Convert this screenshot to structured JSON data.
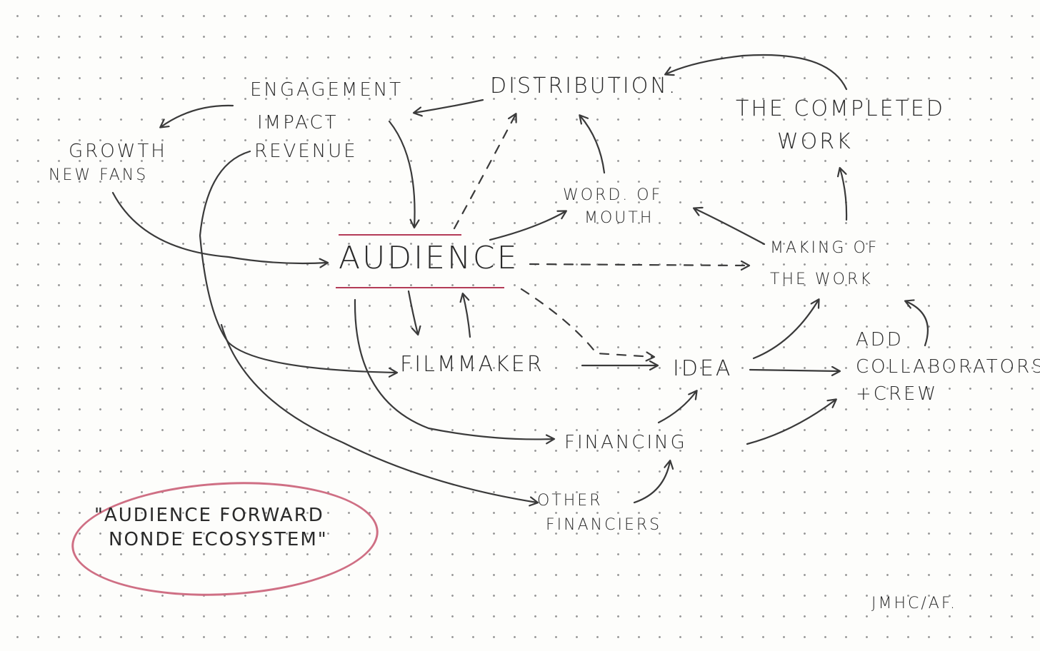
{
  "nodes": {
    "engagement": "ENGAGEMENT",
    "impact": "IMPACT",
    "revenue": "REVENUE",
    "distribution": "DISTRIBUTION.",
    "completed_work_line1": "THE COMPLETED",
    "completed_work_line2": "WORK",
    "growth_line1": "GROWTH",
    "growth_line2": "NEW FANS",
    "word_of_mouth_line1": "WORD. OF",
    "word_of_mouth_line2": "MOUTH",
    "audience": "AUDIENCE",
    "making_line1": "MAKING OF",
    "making_line2": "THE WORK",
    "filmmaker": "FILMMAKER",
    "idea": "IDEA",
    "collaborators_line1": "ADD",
    "collaborators_line2": "COLLABORATORS",
    "collaborators_line3": "+CREW",
    "financing": "FINANCING",
    "other_financiers_line1": "OTHER",
    "other_financiers_line2": "FINANCIERS"
  },
  "title": {
    "line1": "\"AUDIENCE FORWARD",
    "line2": "NONDE ECOSYSTEM\""
  },
  "signature": "JMHC/AF.",
  "colors": {
    "ink": "#2a2a2a",
    "highlight": "#b43b57",
    "ellipse": "#cf6f84"
  }
}
